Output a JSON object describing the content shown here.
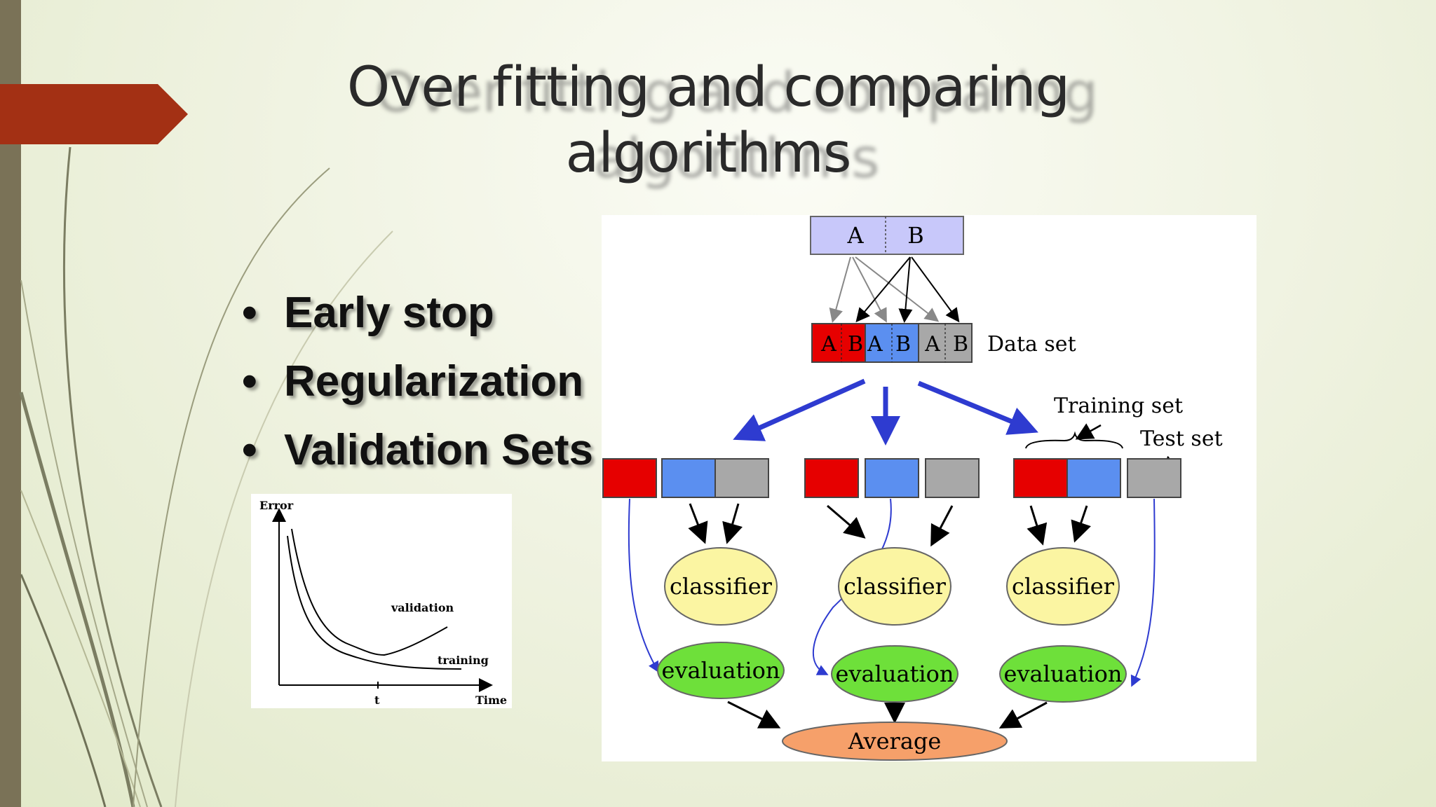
{
  "slide": {
    "title_line1": "Over fitting and comparing",
    "title_line2": "algorithms",
    "bullets": [
      "Early stop",
      "Regularization",
      "Validation Sets"
    ],
    "colors": {
      "ribbon": "#a33014",
      "left_bar": "#7a7257",
      "red_block": "#e60000",
      "blue_block": "#5b8ff0",
      "gray_block": "#a8a8a8",
      "classifier_fill": "#fbf5a2",
      "evaluation_fill": "#6ee03a",
      "average_fill": "#f6a06a"
    }
  },
  "error_chart": {
    "y_label": "Error",
    "x_label": "Time",
    "tick_label": "t",
    "curve_labels": [
      "validation",
      "training"
    ]
  },
  "diagram": {
    "source_labels": [
      "A",
      "B"
    ],
    "dataset_segments": [
      "A",
      "B",
      "A",
      "B",
      "A",
      "B"
    ],
    "dataset_label": "Data set",
    "training_set_label": "Training set",
    "test_set_label": "Test set",
    "classifier_label": "classifier",
    "evaluation_label": "evaluation",
    "average_label": "Average"
  }
}
